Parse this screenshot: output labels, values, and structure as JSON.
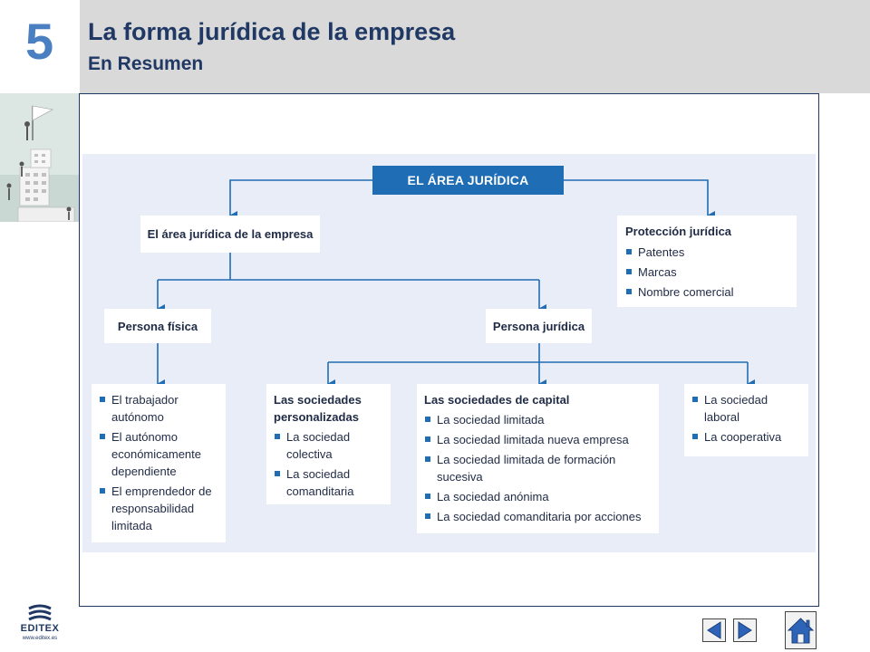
{
  "header": {
    "chapter_number": "5",
    "title": "La forma jurídica de la empresa",
    "subtitle": "En Resumen"
  },
  "diagram": {
    "root": "EL ÁREA JURÍDICA",
    "area_empresa": "El área jurídica de la empresa",
    "proteccion": {
      "title": "Protección jurídica",
      "items": [
        "Patentes",
        "Marcas",
        "Nombre comercial"
      ]
    },
    "persona_fisica": "Persona física",
    "persona_juridica": "Persona jurídica",
    "fisica_list": {
      "items": [
        "El trabajador autónomo",
        "El autónomo económicamente dependiente",
        "El emprendedor de responsabilidad limitada"
      ]
    },
    "personalizadas": {
      "title": "Las sociedades personalizadas",
      "items": [
        "La sociedad colectiva",
        "La sociedad comanditaria"
      ]
    },
    "capital": {
      "title": "Las sociedades de capital",
      "items": [
        "La sociedad limitada",
        "La sociedad limitada nueva empresa",
        "La sociedad limitada de formación sucesiva",
        "La sociedad anónima",
        "La sociedad comanditaria por acciones"
      ]
    },
    "otras": {
      "items": [
        "La sociedad laboral",
        "La cooperativa"
      ]
    }
  },
  "footer": {
    "logo_text": "EDITEX",
    "logo_url": "www.editex.es"
  },
  "colors": {
    "accent": "#1f6db4",
    "title": "#1f3864",
    "chapter": "#4a7fc1",
    "diagram_bg": "#e8edf7",
    "header_bg": "#d9d9d9"
  }
}
